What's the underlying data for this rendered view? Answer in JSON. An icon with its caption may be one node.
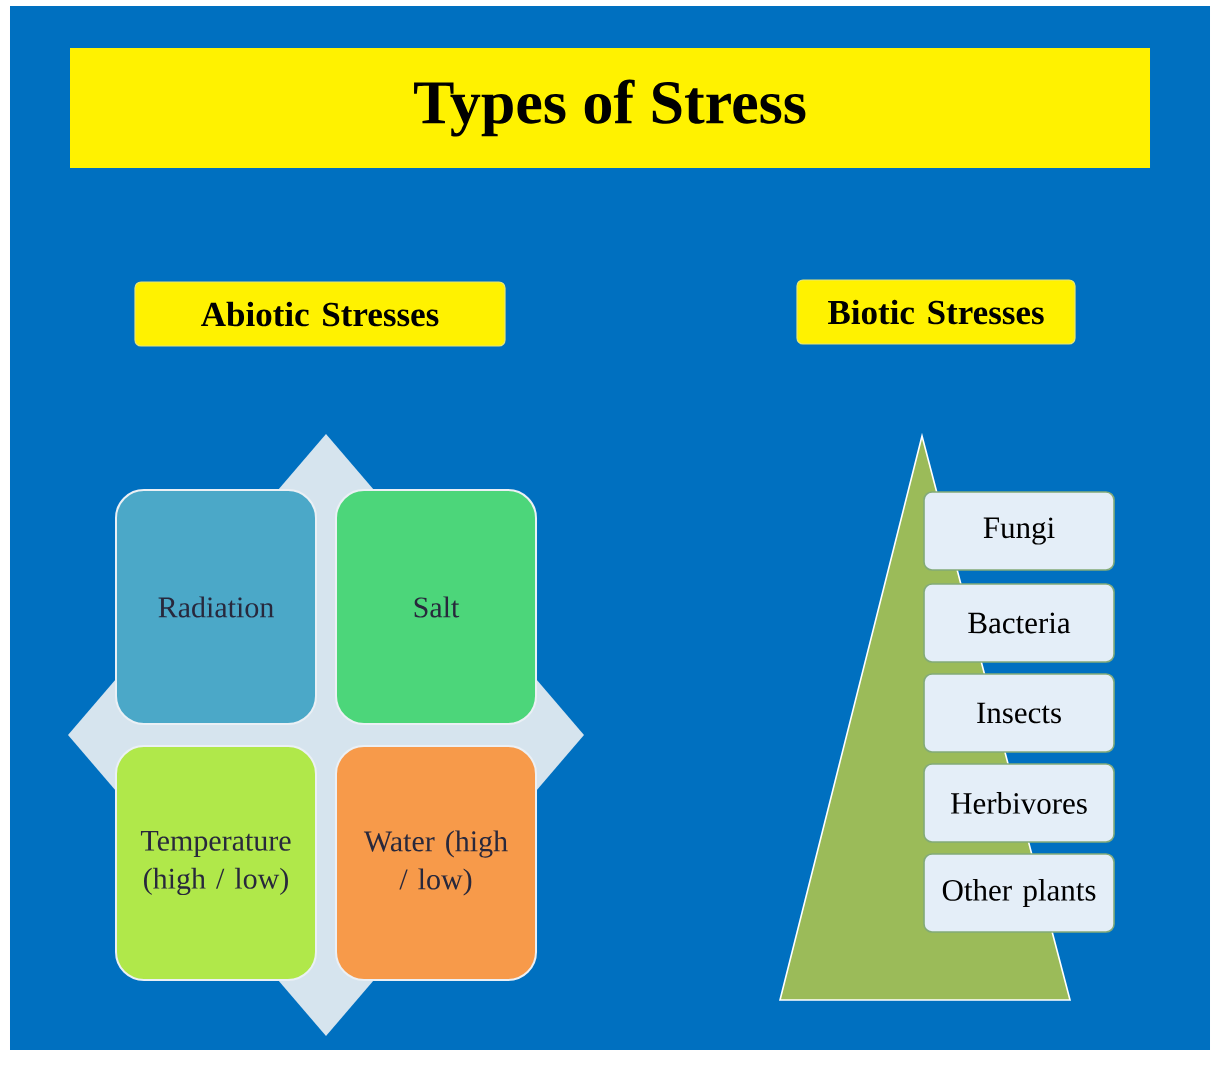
{
  "diagram": {
    "title": "Types of Stress",
    "nodes": [
      {
        "text": [
          "Abiotic Stresses"
        ]
      },
      {
        "text": [
          "Biotic Stresses"
        ]
      },
      {
        "text": [],
        "shape": "diamond"
      },
      {
        "text": [
          "Radiation"
        ],
        "in": 2
      },
      {
        "text": [
          "Salt"
        ],
        "in": 2
      },
      {
        "text": [
          "Temperature (high / low)"
        ],
        "in": 2
      },
      {
        "text": [
          "Water (high / low)"
        ],
        "in": 2
      },
      {
        "text": [],
        "shape": "triangle"
      },
      {
        "text": [
          "Fungi"
        ]
      },
      {
        "text": [
          "Bacteria"
        ]
      },
      {
        "text": [
          "Insects"
        ]
      },
      {
        "text": [
          "Herbivores"
        ]
      },
      {
        "text": [
          "Other plants"
        ]
      }
    ]
  }
}
